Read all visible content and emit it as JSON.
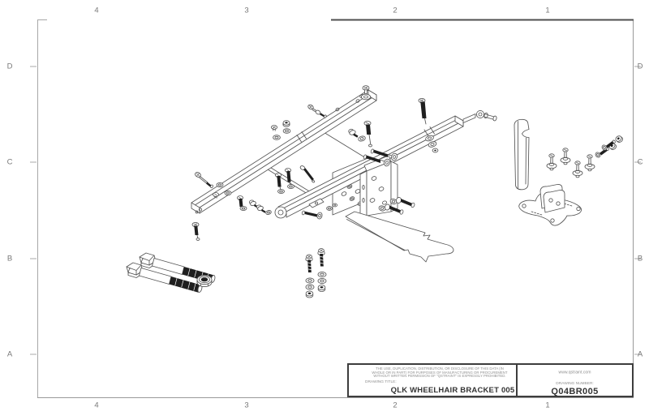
{
  "frame": {
    "cols": [
      "4",
      "3",
      "2",
      "1"
    ],
    "rows": [
      "D",
      "C",
      "B",
      "A"
    ]
  },
  "title_block": {
    "disclaimer": [
      "THE USE, DUPLICATION, DISTRIBUTION, OR DISCLOSURE OF THIS DATA (IN",
      "WHOLE OR IN PART) FOR PURPOSES OF MANUFACTURING OR PROCUREMENT",
      "WITHOUT WRITTEN PERMISSION OF \"QSTRAINT\" IS EXPRESSLY PROHIBITED."
    ],
    "drawing_title_label": "DRAWING TITLE:",
    "drawing_title": "QLK WHEELHAIR BRACKET 005",
    "website": "www.qstraint.com",
    "drawing_number_label": "DRAWING NUMBER:",
    "drawing_number": "Q04BR005"
  },
  "colors": {
    "line": "#555555",
    "frame_line": "#a8a8a8",
    "title_block_border": "#3d3d3d",
    "text_gray": "#8f8f8f",
    "text_dark": "#333333"
  }
}
